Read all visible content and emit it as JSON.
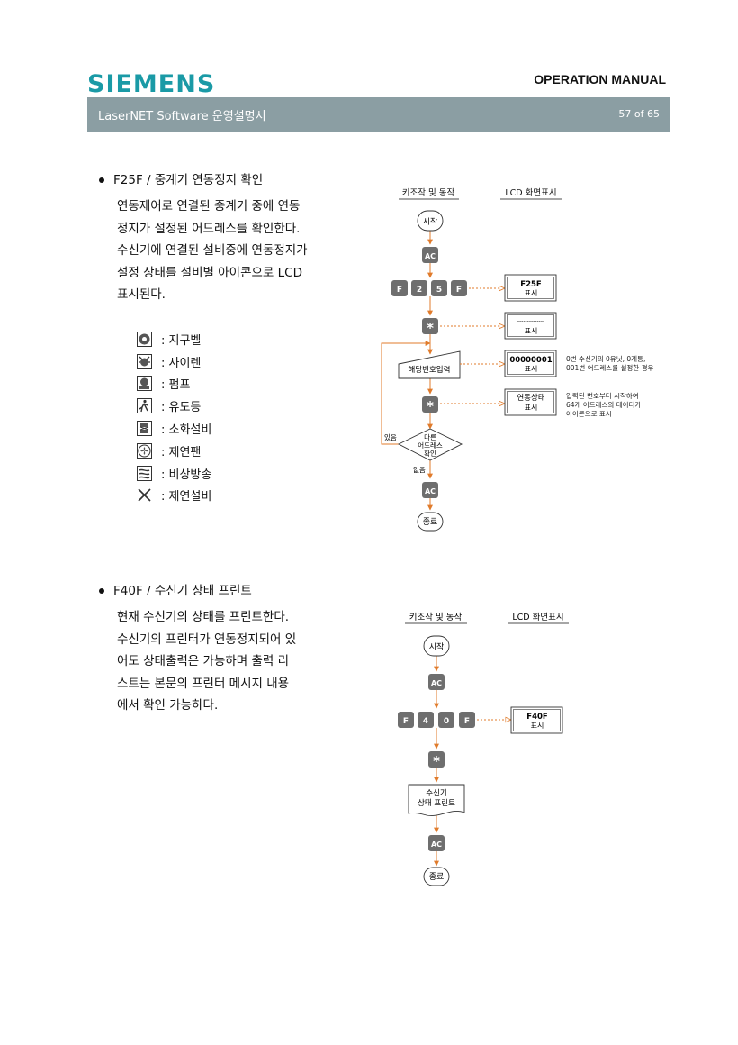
{
  "header": {
    "logo": "SIEMENS",
    "manual_title": "OPERATION MANUAL",
    "doc_title": "LaserNET Software  운영설명서",
    "page": "57 of 65"
  },
  "section1": {
    "heading": "F25F /  중계기 연동정지 확인",
    "paragraph_lines": [
      "연동제어로 연결된 중계기 중에 연동",
      "정지가 설정된 어드레스를 확인한다.",
      "수신기에 연결된 설비중에 연동정지가",
      "설정 상태를 설비별 아이콘으로 LCD",
      "표시된다."
    ],
    "legend": [
      {
        "icon": "bell-icon",
        "label": ":  지구벨"
      },
      {
        "icon": "siren-icon",
        "label": ":  사이렌"
      },
      {
        "icon": "pump-icon",
        "label": ":  펌프"
      },
      {
        "icon": "exit-light-icon",
        "label": ":  유도등"
      },
      {
        "icon": "extinguisher-icon",
        "label": ":  소화설비"
      },
      {
        "icon": "fan-icon",
        "label": ":  제연팬"
      },
      {
        "icon": "broadcast-icon",
        "label": ":  비상방송"
      },
      {
        "icon": "x-icon",
        "label": ":  제연설비"
      }
    ],
    "flow": {
      "col_key": "키조작 및 동작",
      "col_lcd": "LCD  화면표시",
      "start": "시작",
      "ac": "AC",
      "keys": [
        "F",
        "2",
        "5",
        "F"
      ],
      "star": "*",
      "lcd1_title": "F25F",
      "lcd1_sub": "표시",
      "lcd2_title": "--------------",
      "lcd2_sub": "표시",
      "input": "해당번호입력",
      "lcd3_title": "00000001",
      "lcd3_sub": "표시",
      "note3_line1": "0번 수신기의 0유닛, 0계통,",
      "note3_line2": "001번 어드레스를 설정한 경우",
      "lcd4_title": "연동상태",
      "lcd4_sub": "표시",
      "note4_line1": "입력된 번호부터 시작하여",
      "note4_line2": "64개 어드레스의 데이터가",
      "note4_line3": "아이콘으로 표시",
      "diamond_line1": "다른",
      "diamond_line2": "어드레스",
      "diamond_line3": "확인",
      "yes": "있음",
      "no": "없음",
      "end": "종료"
    }
  },
  "section2": {
    "heading": "F40F /  수신기 상태  프린트",
    "paragraph_lines": [
      "현재 수신기의 상태를 프린트한다.",
      "수신기의 프린터가 연동정지되어 있",
      "어도 상태출력은 가능하며 출력 리",
      "스트는 본문의 프린터 메시지 내용",
      "에서 확인 가능하다."
    ],
    "flow": {
      "col_key": "키조작 및 동작",
      "col_lcd": "LCD  화면표시",
      "start": "시작",
      "ac": "AC",
      "keys": [
        "F",
        "4",
        "0",
        "F"
      ],
      "star": "*",
      "lcd1_title": "F40F",
      "lcd1_sub": "표시",
      "doc_line1": "수신기",
      "doc_line2": "상태 프린트",
      "end": "종료"
    }
  },
  "colors": {
    "brand": "#1a9aa6",
    "bar": "#8b9ea3",
    "key": "#6e6e6e",
    "arrow": "#e07b2b"
  }
}
